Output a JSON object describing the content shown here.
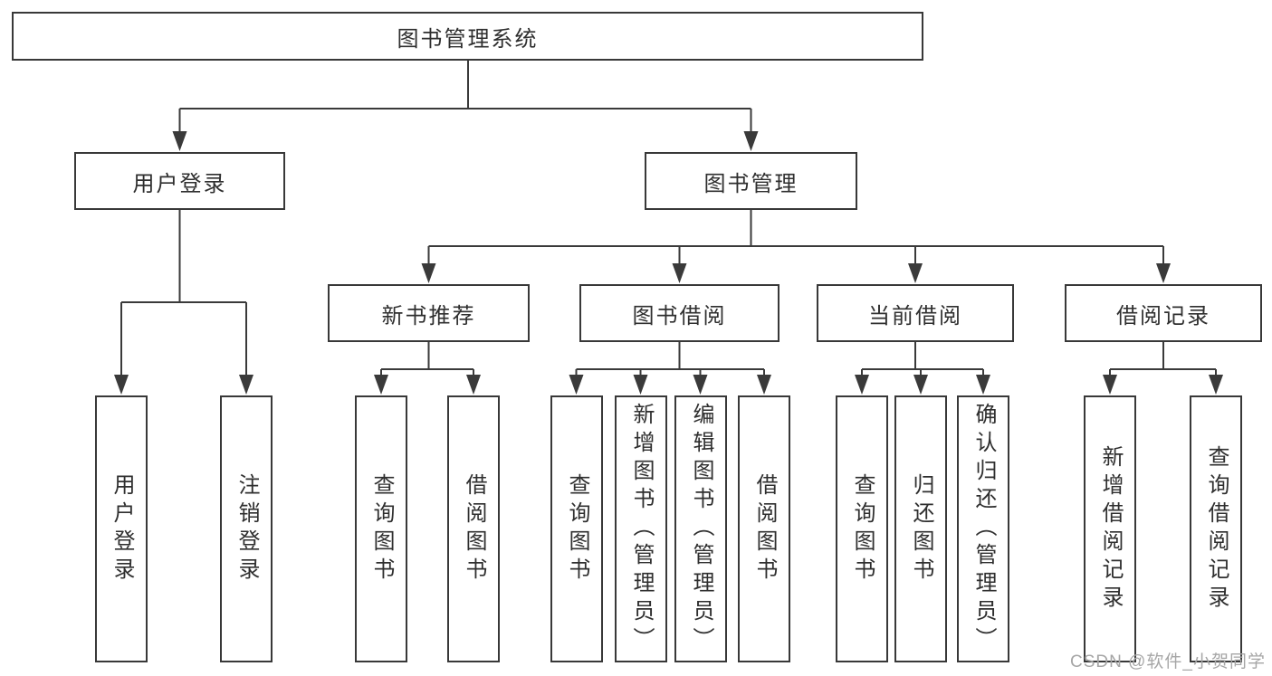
{
  "tree": {
    "root": {
      "label": "图书管理系统"
    },
    "level2": [
      {
        "label": "用户登录",
        "children": [
          {
            "label": "用户登录"
          },
          {
            "label": "注销登录"
          }
        ]
      },
      {
        "label": "图书管理",
        "children": [
          {
            "label": "新书推荐",
            "children": [
              {
                "label": "查询图书"
              },
              {
                "label": "借阅图书"
              }
            ]
          },
          {
            "label": "图书借阅",
            "children": [
              {
                "label": "查询图书"
              },
              {
                "label": "新增图书（管理员）"
              },
              {
                "label": "编辑图书（管理员）"
              },
              {
                "label": "借阅图书"
              }
            ]
          },
          {
            "label": "当前借阅",
            "children": [
              {
                "label": "查询图书"
              },
              {
                "label": "归还图书"
              },
              {
                "label": "确认归还（管理员）"
              }
            ]
          },
          {
            "label": "借阅记录",
            "children": [
              {
                "label": "新增借阅记录"
              },
              {
                "label": "查询借阅记录"
              }
            ]
          }
        ]
      }
    ]
  },
  "watermark": "CSDN @软件_小贺同学",
  "colors": {
    "line": "#3a3a3a",
    "text": "#2f2f2f",
    "watermark": "#a6a6a6",
    "background": "#ffffff"
  }
}
